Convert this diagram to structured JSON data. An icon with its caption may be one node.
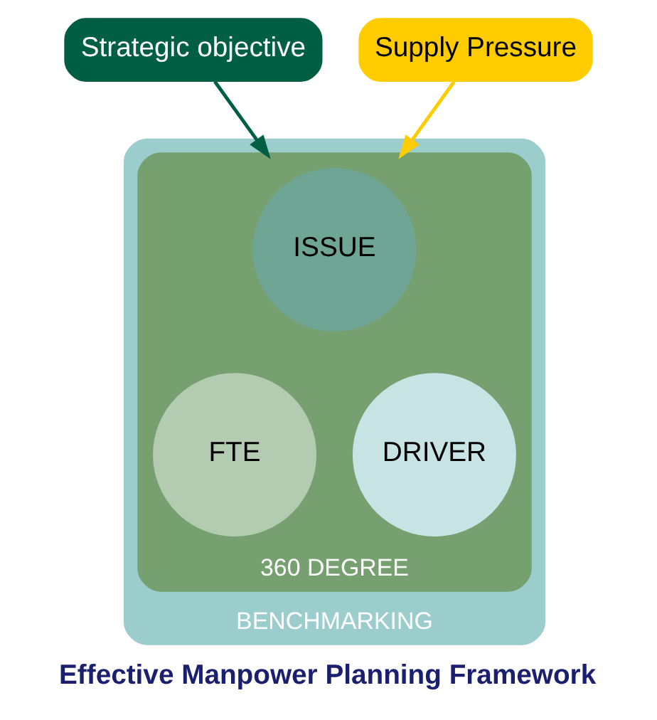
{
  "diagram": {
    "caption": "Effective Manpower Planning Framework",
    "nodes": [
      {
        "text": [
          "Strategic objective"
        ]
      },
      {
        "text": [
          "Supply Pressure"
        ]
      },
      {
        "text": [
          "BENCHMARKING"
        ]
      },
      {
        "text": [
          "360 DEGREE"
        ],
        "in": 2
      },
      {
        "text": [
          "ISSUE"
        ],
        "in": 3
      },
      {
        "text": [
          "FTE"
        ],
        "in": 3
      },
      {
        "text": [
          "DRIVER"
        ],
        "in": 3
      }
    ],
    "edges": [
      {
        "from": 0,
        "to": 3,
        "arrow": "to",
        "color": "#005e43"
      },
      {
        "from": 1,
        "to": 3,
        "arrow": "to",
        "color": "#ffcc00"
      }
    ]
  }
}
